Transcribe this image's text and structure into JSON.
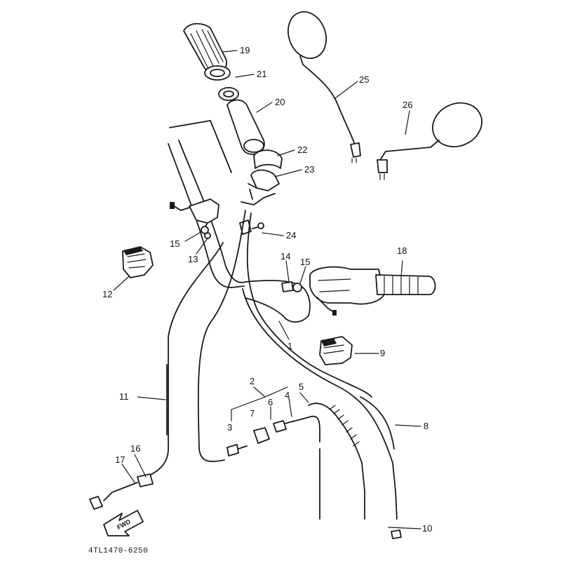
{
  "callouts": {
    "c1": "1",
    "c2": "2",
    "c3": "3",
    "c4": "4",
    "c5": "5",
    "c6": "6",
    "c7": "7",
    "c8": "8",
    "c9": "9",
    "c10": "10",
    "c11": "11",
    "c12": "12",
    "c13": "13",
    "c14": "14",
    "c15a": "15",
    "c15b": "15",
    "c16": "16",
    "c17": "17",
    "c18": "18",
    "c19": "19",
    "c20": "20",
    "c21": "21",
    "c22": "22",
    "c23": "23",
    "c24": "24",
    "c25": "25",
    "c26": "26"
  },
  "direction_badge": "FWD",
  "drawing_code": "4TL1470-6250"
}
